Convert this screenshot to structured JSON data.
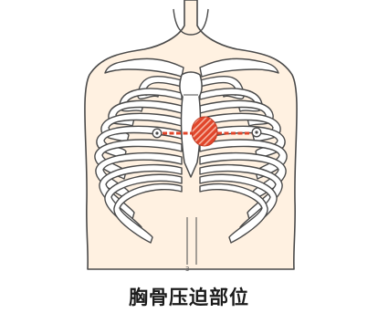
{
  "caption": "胸骨压迫部位",
  "page_number": "3",
  "colors": {
    "skin": "#fff1e1",
    "bone_fill": "#ffffff",
    "outline": "#4a4a4a",
    "compression_zone": "#e1452a",
    "hatch_stripe": "#f6b5a3",
    "nipple_line": "#e1452a"
  },
  "icons": {
    "compression_marker": "hatched-red-circle",
    "nipples": "small-ring"
  }
}
